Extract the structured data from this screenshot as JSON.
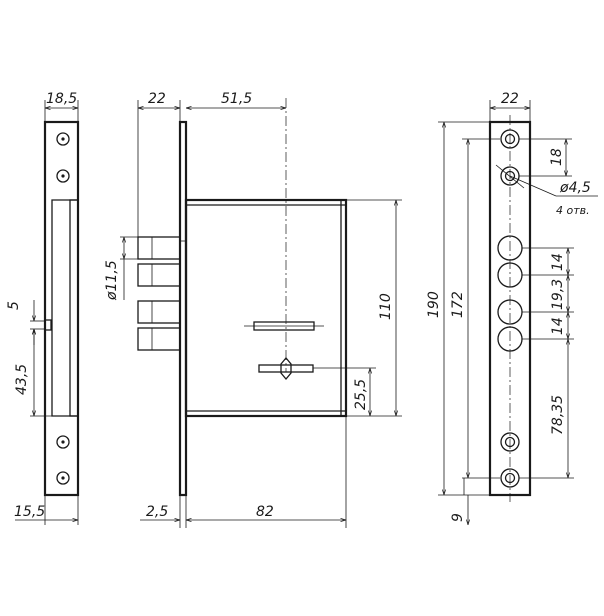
{
  "dimensions": {
    "left_width": "18,5",
    "left_bottom": "15,5",
    "left_5": "5",
    "left_43": "43,5",
    "mid_22": "22",
    "mid_51": "51,5",
    "mid_hole": "ø11,5",
    "mid_110": "110",
    "mid_25": "25,5",
    "mid_2": "2,5",
    "mid_82": "82",
    "right_22": "22",
    "right_18": "18",
    "right_hole": "ø4,5",
    "right_holes_count": "4 отв.",
    "right_190": "190",
    "right_172": "172",
    "right_14a": "14",
    "right_19": "19,3",
    "right_14b": "14",
    "right_78": "78,35",
    "right_9": "9"
  }
}
